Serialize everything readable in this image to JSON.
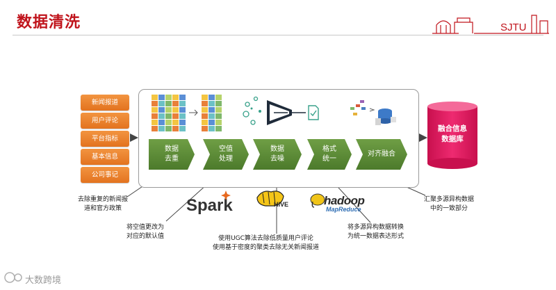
{
  "title": "数据清洗",
  "logo_text": "SJTU",
  "sources": [
    "新闻报道",
    "用户评论",
    "平台指标",
    "基本信息",
    "公司事记"
  ],
  "steps": [
    {
      "line1": "数据",
      "line2": "去重"
    },
    {
      "line1": "空值",
      "line2": "处理"
    },
    {
      "line1": "数据",
      "line2": "去噪"
    },
    {
      "line1": "格式",
      "line2": "统一"
    },
    {
      "line1": "对齐融合",
      "line2": ""
    }
  ],
  "database": {
    "line1": "融合信息",
    "line2": "数据库"
  },
  "notes": {
    "dedup": [
      "去除重复的新闻报",
      "道和官方政策"
    ],
    "null": [
      "将空值更改为",
      "对应的默认值"
    ],
    "denoise": [
      "使用UGC算法去除低质量用户评论",
      "使用基于密度的聚类去除无关新闻报道"
    ],
    "format": [
      "将多源异构数据转换",
      "为统一数据表达形式"
    ],
    "merge": [
      "汇聚多源异构数据",
      "中的一致部分"
    ]
  },
  "tools": {
    "spark": "Spark",
    "hive": "HIVE",
    "hadoop": "hadoop",
    "mapreduce": "MapReduce"
  },
  "watermark": "大数跨境",
  "colors": {
    "title": "#c0141c",
    "source": "#ee8a33",
    "step": "#5d8c36",
    "database": "#e0185e"
  }
}
